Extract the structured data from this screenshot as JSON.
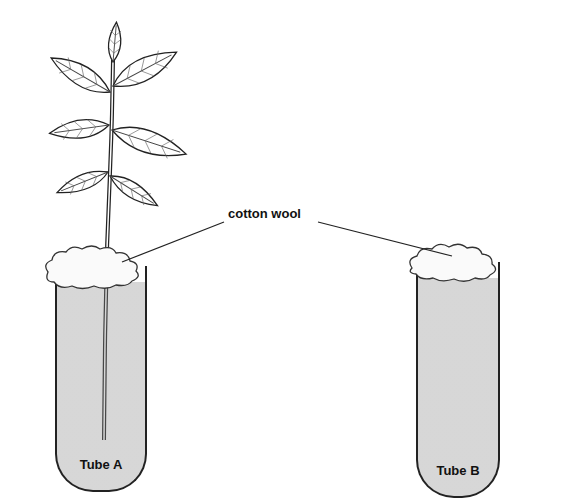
{
  "diagram": {
    "nodes": [
      {
        "text": [
          "Tube A"
        ]
      },
      {
        "text": [
          "Tube B"
        ]
      }
    ],
    "labels": [
      "cotton wool"
    ]
  }
}
